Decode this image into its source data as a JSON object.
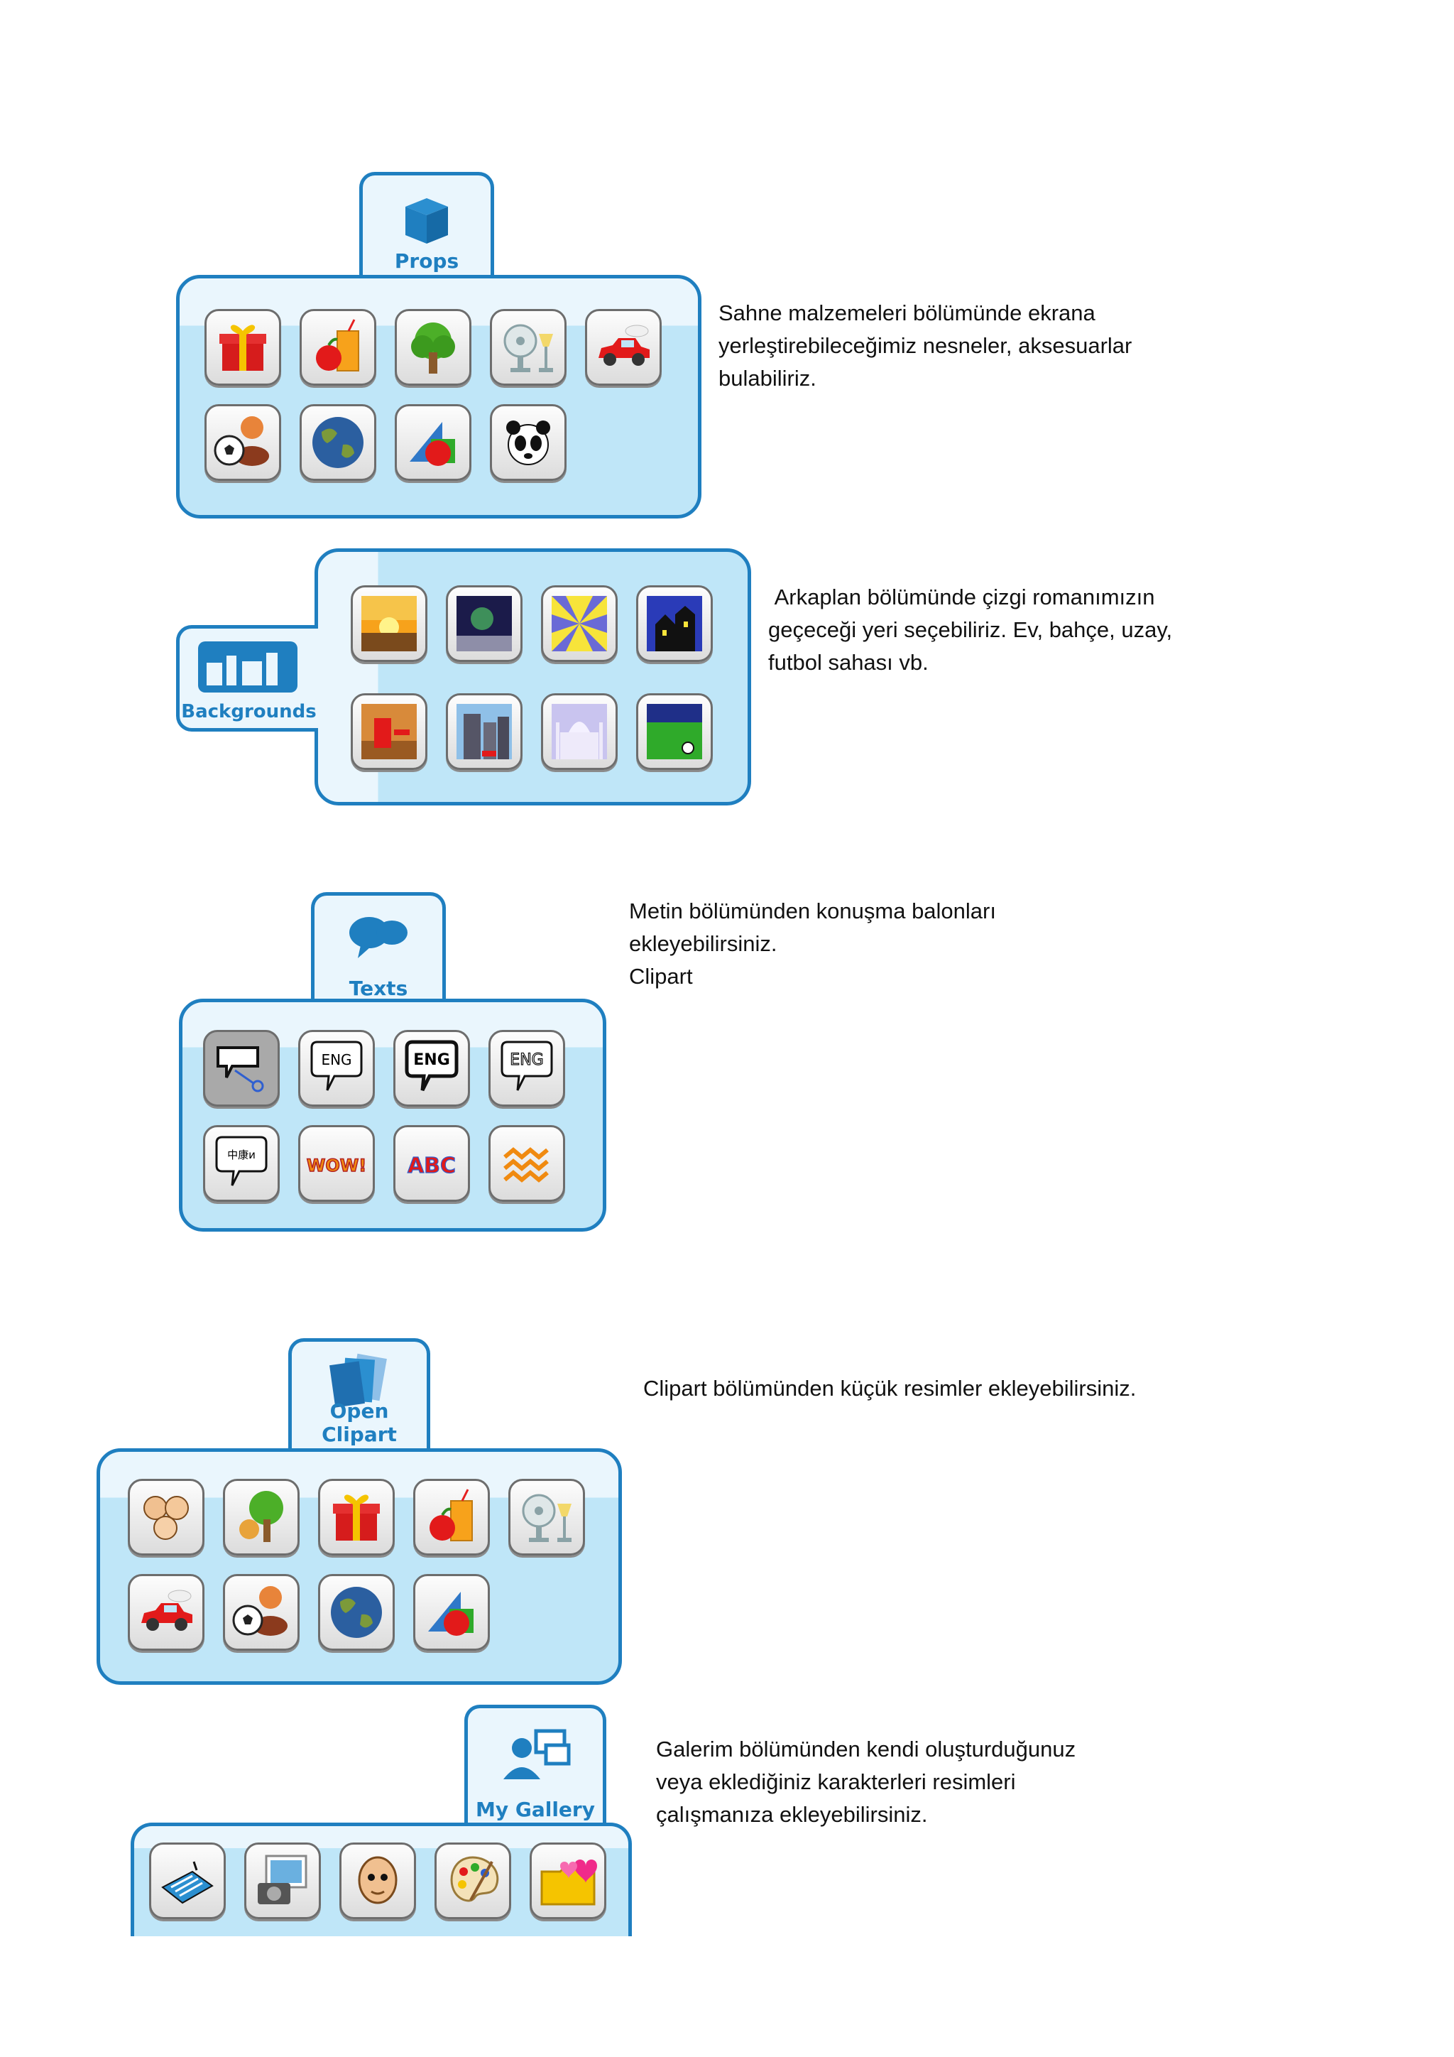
{
  "props": {
    "tab_label": "Props",
    "description": "Sahne malzemeleri bölümünde ekrana\nyerleştirebileceğimiz nesneler, aksesuarlar\nbulabiliriz.",
    "items": [
      "gift-icon",
      "juice-apple-icon",
      "tree-icon",
      "fan-lamp-icon",
      "car-icon",
      "sports-balls-icon",
      "globe-icon",
      "shapes-icon",
      "panda-icon"
    ]
  },
  "backgrounds": {
    "tab_label": "Backgrounds",
    "description": " Arkaplan bölümünde çizgi romanımızın\ngeçeceği yeri seçebiliriz. Ev, bahçe, uzay,\nfutbol sahası vb.",
    "items": [
      "sunset-icon",
      "space-icon",
      "sunburst-icon",
      "haunted-house-icon",
      "room-icon",
      "city-icon",
      "palace-icon",
      "football-field-icon"
    ]
  },
  "texts": {
    "tab_label": "Texts",
    "description": "Metin bölümünden konuşma balonları\nekleyebilirsiniz.\nClipart",
    "items": [
      "pointer-balloon-icon",
      "eng-balloon-icon",
      "eng-bold-balloon-icon",
      "eng-outline-balloon-icon",
      "chinese-balloon-icon",
      "wow-text-icon",
      "abc-text-icon",
      "wave-text-icon"
    ],
    "balloon_text": "ENG",
    "chinese_text": "中康и",
    "wow_text": "WOW!",
    "abc_text": "ABC"
  },
  "clipart": {
    "tab_label": "Open Clipart",
    "description": "Clipart bölümünden küçük resimler ekleyebilirsiniz.",
    "items": [
      "people-icon",
      "tree-animal-icon",
      "gift-icon",
      "juice-apple-icon",
      "fan-lamp-icon",
      "car-icon",
      "sports-balls-icon",
      "globe-icon",
      "shapes-icon"
    ]
  },
  "gallery": {
    "tab_label": "My Gallery",
    "description": "Galerim bölümünden kendi oluşturduğunuz\nveya eklediğiniz karakterleri resimleri\nçalışmanıza ekleyebilirsiniz.",
    "items": [
      "newspaper-icon",
      "photo-camera-icon",
      "bald-head-icon",
      "palette-icon",
      "heart-folder-icon"
    ]
  },
  "colors": {
    "accent": "#1f7fc0",
    "panel_light": "#eaf6fd",
    "panel_mid": "#bfe6f8"
  }
}
